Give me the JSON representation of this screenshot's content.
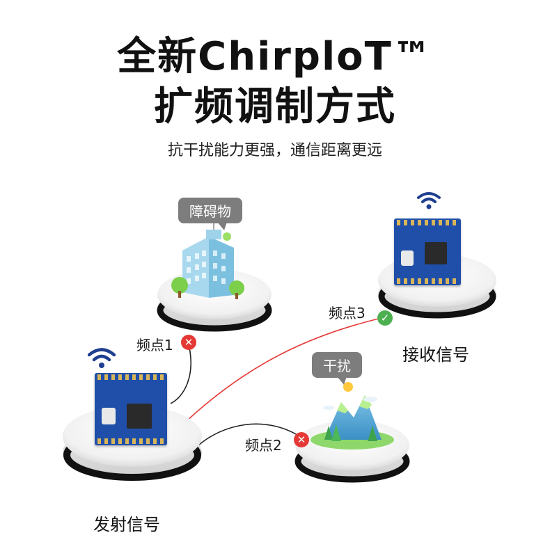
{
  "header": {
    "title_line1": "全新ChirploT™",
    "title_line2": "扩频调制方式",
    "subtitle": "抗干扰能力更强，通信距离更远"
  },
  "nodes": {
    "obstacle": {
      "bubble": "障碍物"
    },
    "interference": {
      "bubble": "干扰"
    },
    "receiver": {
      "caption": "接收信号"
    },
    "transmitter": {
      "caption": "发射信号"
    }
  },
  "links": [
    {
      "label": "频点1",
      "status": "blocked"
    },
    {
      "label": "频点2",
      "status": "blocked"
    },
    {
      "label": "频点3",
      "status": "ok"
    }
  ],
  "colors": {
    "blocked": "#e53935",
    "ok": "#4caf50",
    "pcb": "#1f4fa8",
    "wifi": "#1e3f8f",
    "signal_line": "#e53935",
    "bubble": "#7d7d7d"
  }
}
